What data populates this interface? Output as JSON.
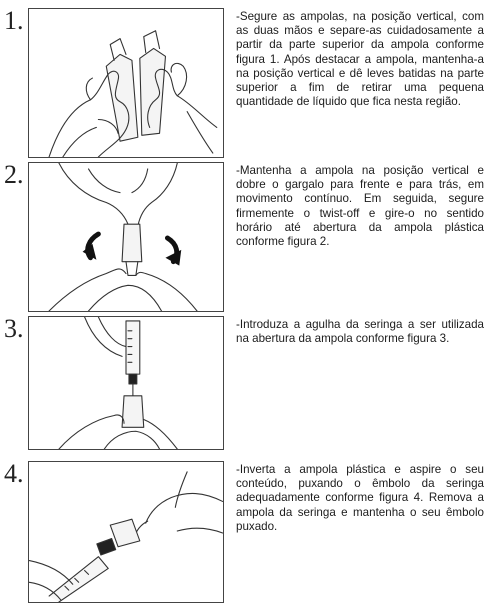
{
  "steps": [
    {
      "number": "1.",
      "text": "-Segure as ampolas, na posição vertical, com as duas mãos e separe-as cuidadosamente a partir da parte superior da ampola conforme figura 1. Após destacar a ampola, mantenha-a na posição vertical e dê leves batidas na parte superior a fim de retirar uma pequena quantidade de líquido que fica nesta região.",
      "illustration": "hands-separating-ampoules"
    },
    {
      "number": "2.",
      "text": "-Mantenha a ampola na posição vertical e dobre o gargalo para frente e para trás, em movimento contínuo. Em seguida, segure firmemente o twist-off e gire-o no sentido horário até abertura da ampola plástica conforme figura 2.",
      "illustration": "hands-twisting-ampoule"
    },
    {
      "number": "3.",
      "text": "-Introduza a agulha da seringa a ser utilizada na abertura da ampola conforme figura 3.",
      "illustration": "syringe-into-ampoule"
    },
    {
      "number": "4.",
      "text": "-Inverta a ampola plástica e aspire o seu conteúdo, puxando o êmbolo da seringa adequadamente conforme figura 4. Remova a ampola da seringa e mantenha o seu êmbolo puxado.",
      "illustration": "inverted-ampoule-syringe"
    }
  ]
}
